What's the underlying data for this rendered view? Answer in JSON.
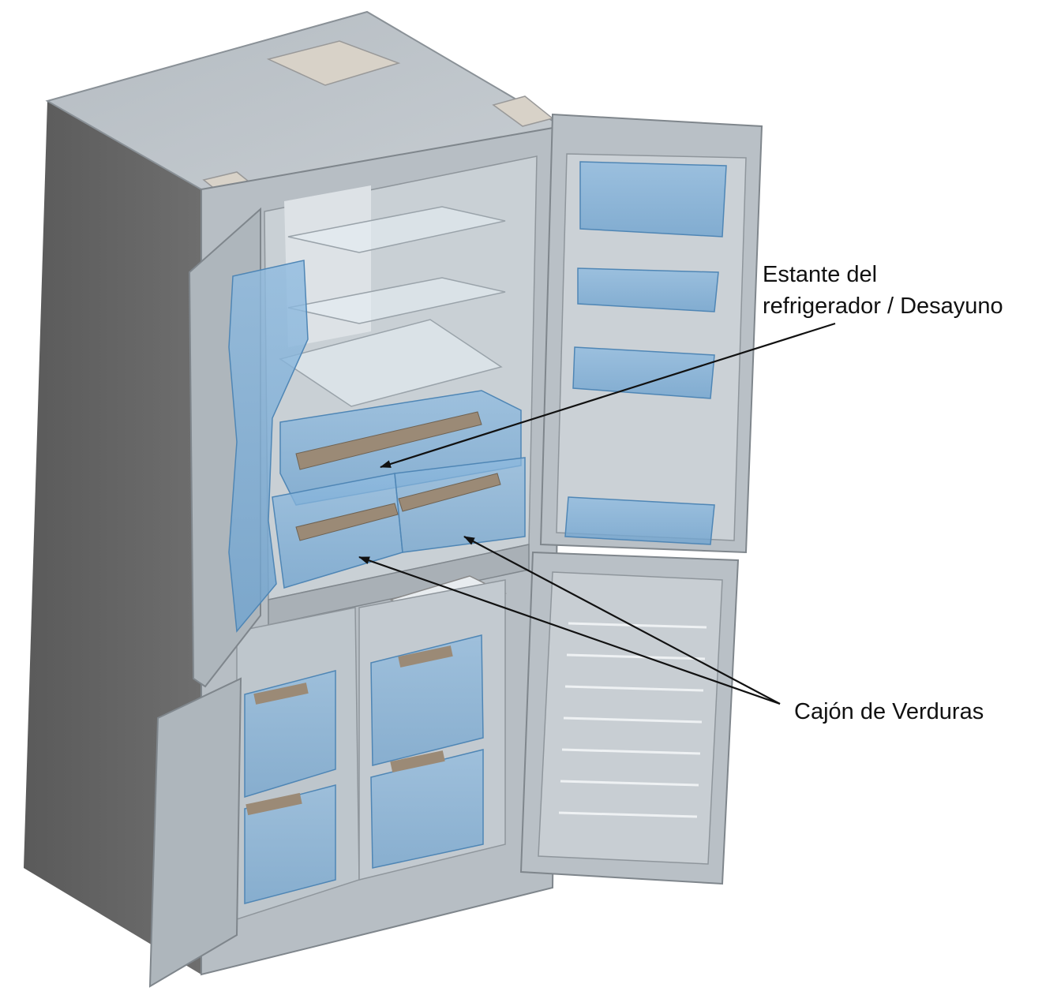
{
  "labels": {
    "shelf_line1": "Estante del",
    "shelf_line2": "refrigerador / Desayuno",
    "crisper": "Cajón de Verduras"
  },
  "colors": {
    "background": "#ffffff",
    "cabinet_dark": "#636363",
    "cabinet_light": "#b9c0c6",
    "interior": "#c9d0d5",
    "blue_plastic": "#7fb0d6",
    "blue_edge": "#4f86b5",
    "shelf_trim": "#9b8a76",
    "leader_line": "#111111"
  }
}
